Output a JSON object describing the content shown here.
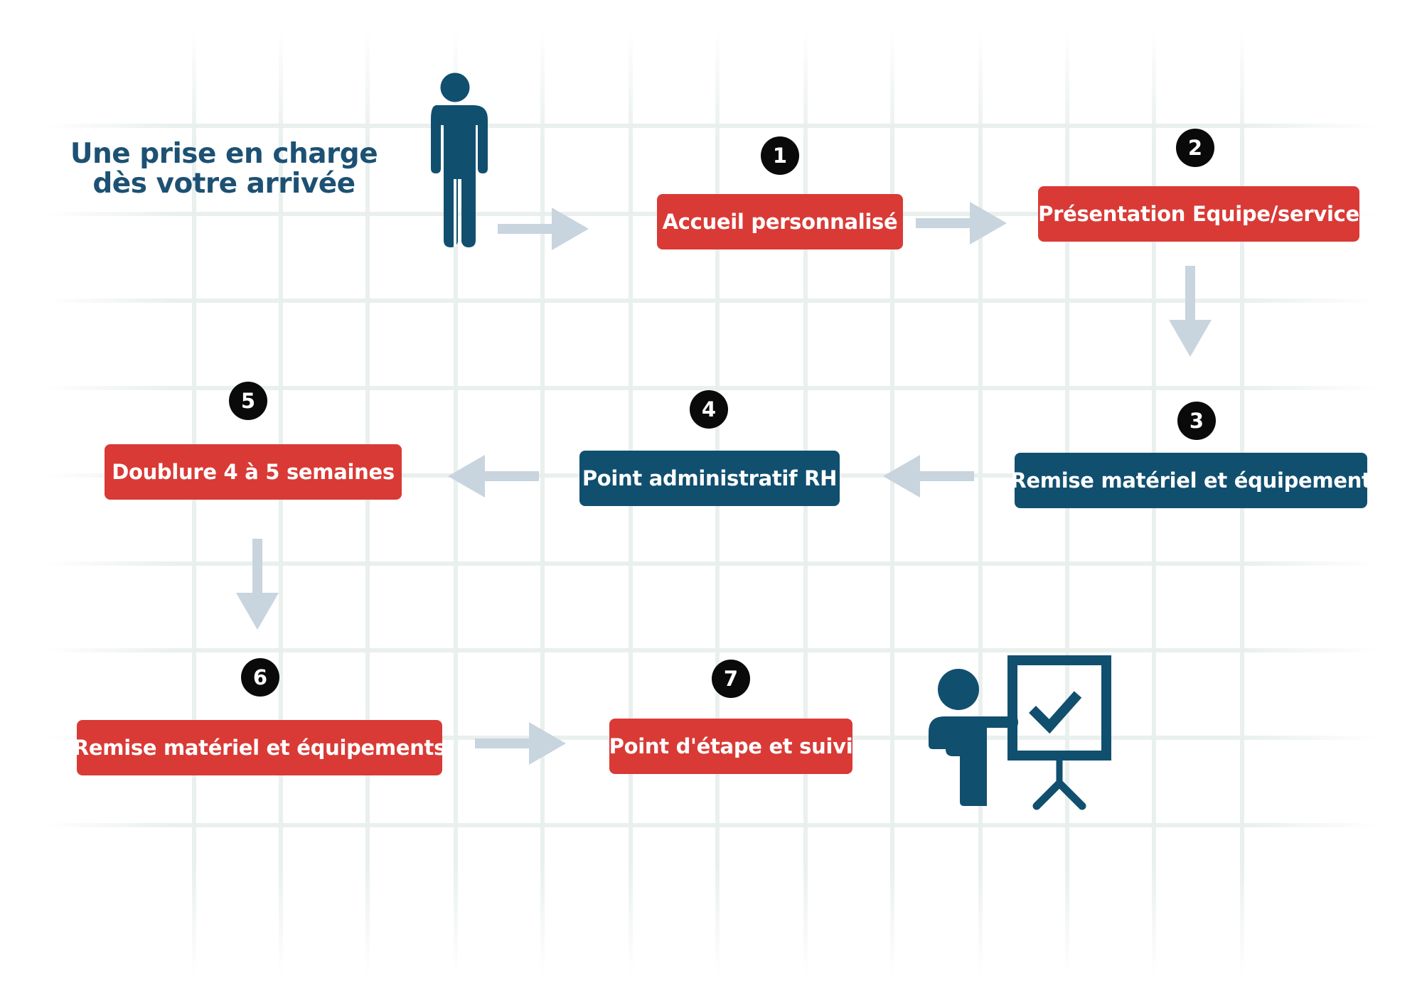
{
  "headline": {
    "line1": "Une prise en charge",
    "line2": "dès votre arrivée"
  },
  "steps": [
    {
      "number": "1",
      "label": "Accueil personnalisé",
      "color": "#d93a36"
    },
    {
      "number": "2",
      "label": "Présentation Equipe/service",
      "color": "#d93a36"
    },
    {
      "number": "3",
      "label": "Remise matériel et équipement",
      "color": "#114f6f"
    },
    {
      "number": "4",
      "label": "Point administratif RH",
      "color": "#114f6f"
    },
    {
      "number": "5",
      "label": "Doublure 4 à 5 semaines",
      "color": "#d93a36"
    },
    {
      "number": "6",
      "label": "Remise matériel et équipements",
      "color": "#d93a36"
    },
    {
      "number": "7",
      "label": "Point d'étape et suivi",
      "color": "#d93a36"
    }
  ],
  "icons": {
    "start": "person-standing-icon",
    "end": "presenter-board-check-icon"
  },
  "colors": {
    "red": "#d93a36",
    "navy": "#114f6f",
    "headline": "#1d5173",
    "arrow": "#c8d4de",
    "badge": "#0a0a0a"
  }
}
